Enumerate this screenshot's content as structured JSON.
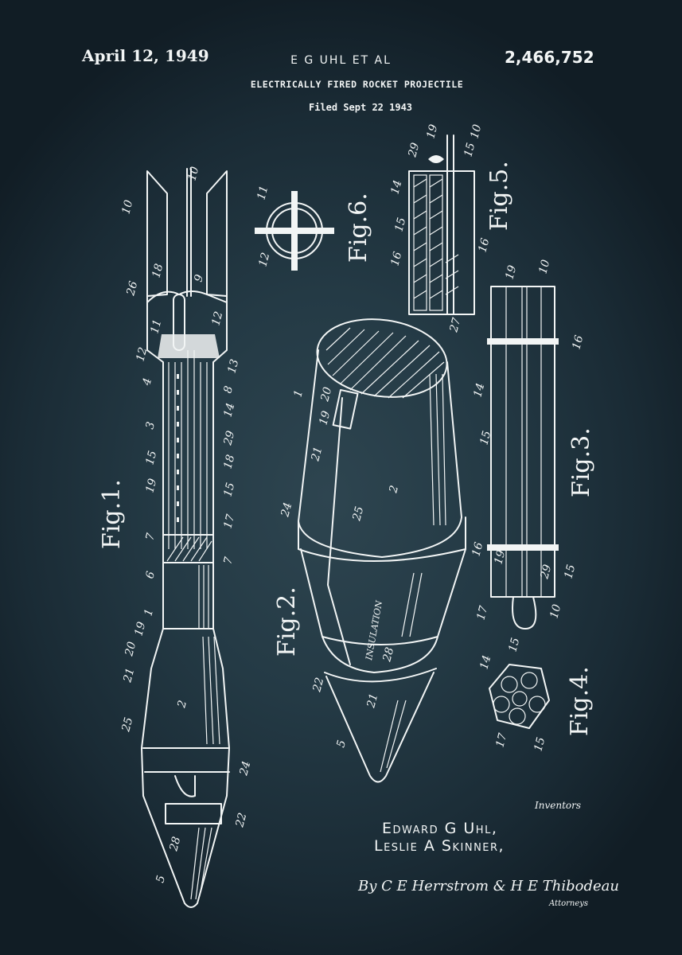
{
  "header": {
    "date": "April 12, 1949",
    "inventor_line": "E G UHL ET AL",
    "patent_number": "2,466,752",
    "title": "ELECTRICALLY FIRED ROCKET PROJECTILE",
    "filed": "Filed Sept 22 1943"
  },
  "figures": [
    {
      "label": "Fig.1.",
      "refs": [
        "10",
        "10",
        "18",
        "26",
        "9",
        "11",
        "12",
        "12",
        "13",
        "4",
        "8",
        "3",
        "14",
        "15",
        "29",
        "19",
        "18",
        "15",
        "17",
        "7",
        "7",
        "6",
        "1",
        "19",
        "20",
        "21",
        "2",
        "25",
        "24",
        "22",
        "28",
        "5"
      ]
    },
    {
      "label": "Fig.2.",
      "refs": [
        "1",
        "20",
        "19",
        "21",
        "2",
        "24",
        "25",
        "INSULATION",
        "28",
        "22",
        "21",
        "5"
      ]
    },
    {
      "label": "Fig.3.",
      "refs": [
        "19",
        "10",
        "16",
        "14",
        "15",
        "16",
        "19",
        "29",
        "15",
        "17",
        "10"
      ]
    },
    {
      "label": "Fig.4.",
      "refs": [
        "14",
        "15",
        "17",
        "15"
      ]
    },
    {
      "label": "Fig.5.",
      "refs": [
        "29",
        "19",
        "15",
        "10",
        "14",
        "15",
        "16",
        "16",
        "27"
      ]
    },
    {
      "label": "Fig.6.",
      "refs": [
        "11",
        "12"
      ]
    }
  ],
  "fig_labels": {
    "fig1": "Fig.1.",
    "fig2": "Fig.2.",
    "fig3": "Fig.3.",
    "fig4": "Fig.4.",
    "fig5": "Fig.5.",
    "fig6": "Fig.6."
  },
  "annotation": {
    "insulation": "INSULATION"
  },
  "footer": {
    "inventors_label": "Inventors",
    "inventor_1": "Edward G Uhl,",
    "inventor_2": "Leslie A Skinner,",
    "attorneys": "By C E Herrstrom & H E Thibodeau",
    "attorneys_label": "Attorneys"
  },
  "colors": {
    "background": "#243a45",
    "background_edge": "#111d25",
    "ink": "#f2f5f5"
  }
}
